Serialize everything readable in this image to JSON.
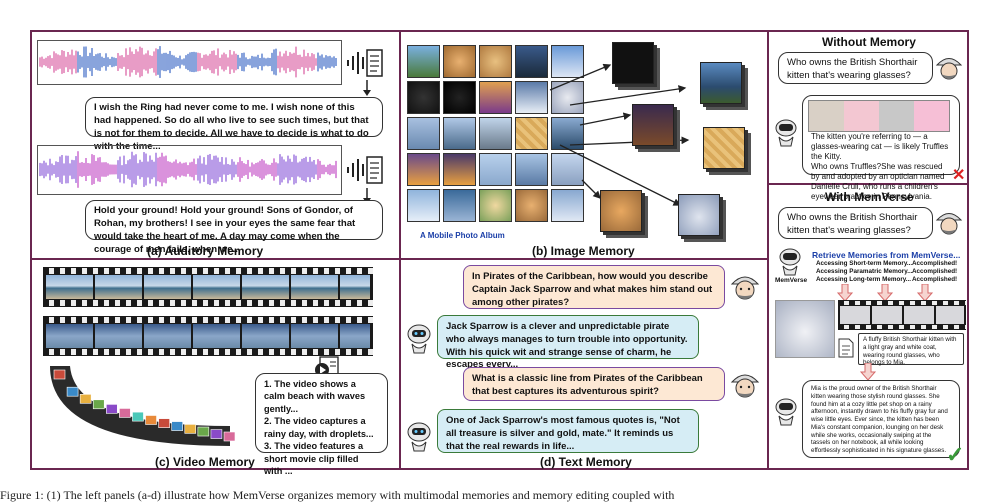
{
  "panels": {
    "a": {
      "caption": "(a)  Auditory Memory",
      "text1": "I wish the Ring had never come to me. I wish none of this had happened. So do all who live to see such times, but that is not for them to decide. All we have to decide is what to do with the time...",
      "text2": "Hold your ground! Hold your ground! Sons of Gondor, of Rohan, my brothers! I see in your eyes the same fear that would take the heart of me. A day may come when the courage of men fails, when we..."
    },
    "b": {
      "caption": "(b)  Image Memory",
      "album_label": "A Mobile Photo Album"
    },
    "c": {
      "caption": "(c)  Video Memory",
      "text": "1. The video shows a calm beach with waves gently...\n2. The video captures a rainy day, with droplets...\n3. The video features a short movie clip filled with ..."
    },
    "d": {
      "caption": "(d)  Text Memory",
      "q1": "In Pirates of the Caribbean, how would you describe Captain Jack Sparrow and what makes him stand out among other pirates?",
      "a1": "Jack Sparrow is a clever and unpredictable pirate who always manages to turn trouble into opportunity. With his quick wit and strange sense of charm, he escapes every...",
      "q2": "What is a classic line from Pirates of the Caribbean that best captures its adventurous spirit?",
      "a2": "One of Jack Sparrow's most famous quotes is, \"Not all treasure is silver and gold, mate.\" It reminds us that the real rewards in life..."
    },
    "without": {
      "title": "Without Memory",
      "question": "Who owns the British Shorthair kitten that's wearing glasses?",
      "answer": "The kitten you're referring to — a glasses-wearing cat — is likely Truffles the Kitty.\nWho owns Truffles?She was rescued by and adopted by an optician named Danielle Cruli, who runs a children's eyewear practice in Pennsylvania."
    },
    "with": {
      "title": "With MemVerse",
      "question": "Who owns the British Shorthair kitten that's wearing glasses?",
      "retrieve": "Retrieve Memories from MemVerse...",
      "rows": [
        "Accessing Short-term Memory...",
        "Accessing Paramatric Memory...",
        "Accessing Long-term Memory..."
      ],
      "status": "Accomplished!",
      "logo_label": "MemVerse",
      "memory_note": "A fluffy British Shorthair kitten with a light gray and white coat, wearing round glasses, who belongs to Mia.",
      "answer": "Mia is the proud owner of the British Shorthair kitten wearing those stylish round glasses. She found him at a cozy little pet shop on a rainy afternoon, instantly drawn to his fluffy gray fur and wise little eyes. Ever since, the kitten has been Mia's constant companion, lounging on her desk while she works, occasionally swiping at the tassels on her notebook, all while looking effortlessly sophisticated in his signature glasses."
    }
  },
  "figure_caption": "Figure 1:   (1) The left panels (a-d) illustrate how MemVerse organizes memory with multimodal memories and memory editing coupled with",
  "colors": {
    "frame": "#6a2650",
    "memverse_blue": "#1b3fa8",
    "question_bg": "#fde8d4",
    "answer_bg": "#d6edf5"
  }
}
